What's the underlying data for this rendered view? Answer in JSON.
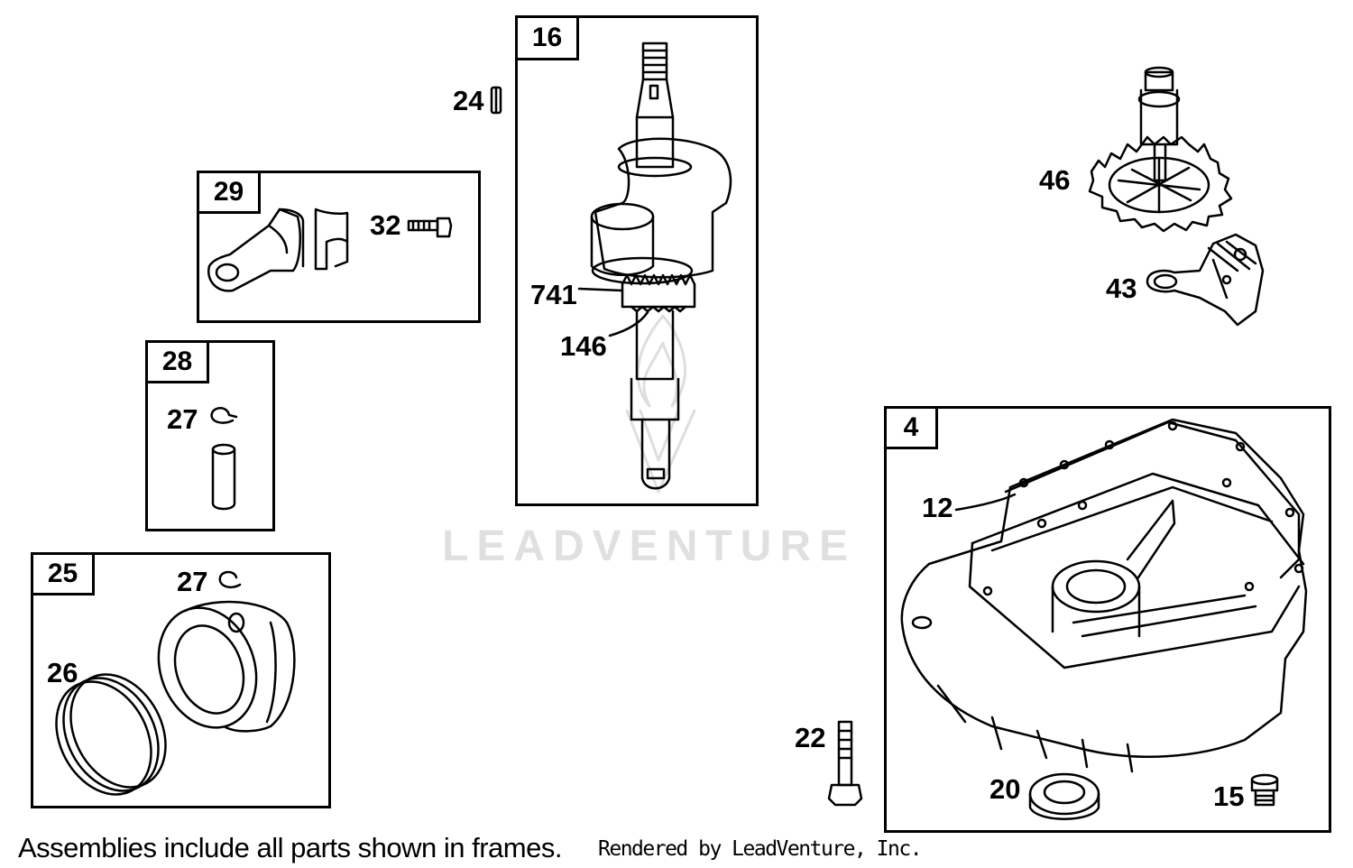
{
  "frames": [
    {
      "id": "f16",
      "label": "16"
    },
    {
      "id": "f29",
      "label": "29"
    },
    {
      "id": "f28",
      "label": "28"
    },
    {
      "id": "f25",
      "label": "25"
    },
    {
      "id": "f4",
      "label": "4"
    }
  ],
  "callouts": {
    "c24": "24",
    "c32": "32",
    "c741": "741",
    "c146": "146",
    "c27a": "27",
    "c27b": "27",
    "c26": "26",
    "c46": "46",
    "c43": "43",
    "c12": "12",
    "c22": "22",
    "c20": "20",
    "c15": "15"
  },
  "footer": {
    "note": "Assemblies include all parts shown in frames.",
    "credit": "Rendered by LeadVenture, Inc."
  },
  "watermark": {
    "text": "LEADVENTURE"
  }
}
